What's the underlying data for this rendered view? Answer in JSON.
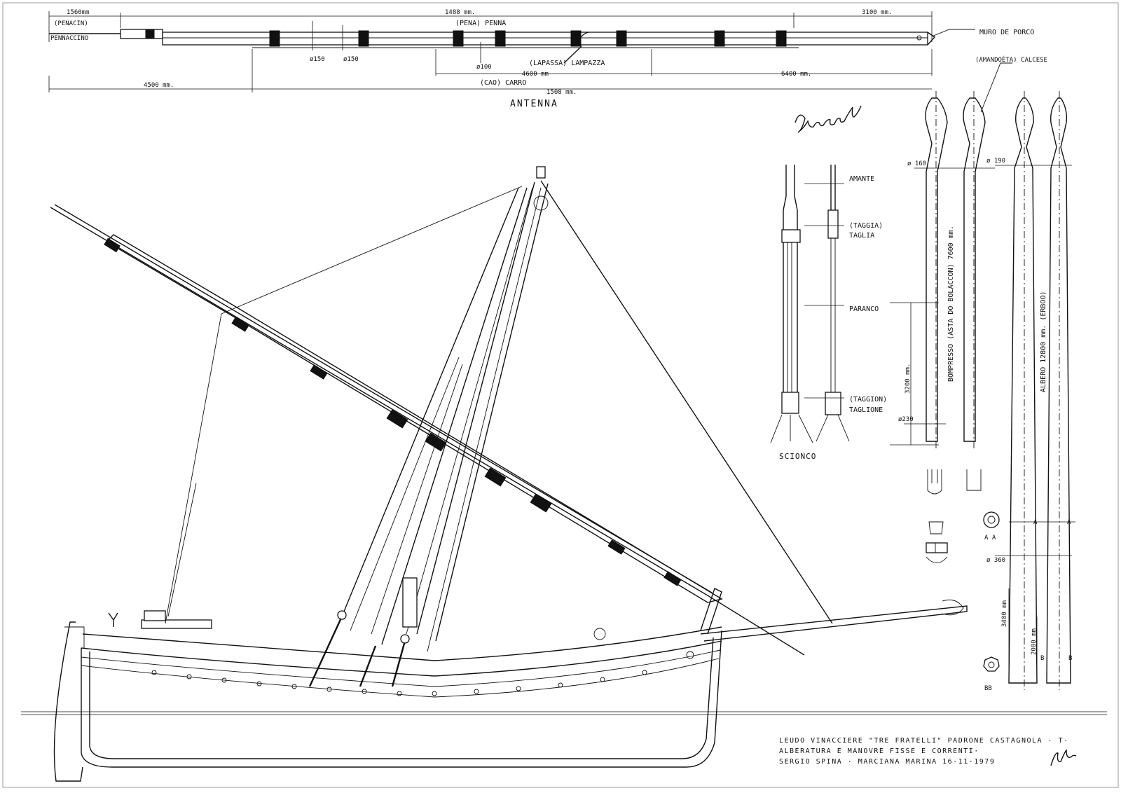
{
  "antenna": {
    "title": "ANTENNA",
    "dims": {
      "d1560": "1560mm",
      "d1488": "1488 mm.",
      "d3100": "3100 mm.",
      "d4500": "4500 mm.",
      "d4600": "4600 mm",
      "d6400": "6400 mm.",
      "d1508": "1508 mm.",
      "dia150a": "ø150",
      "dia150b": "ø150",
      "dia100": "ø100"
    },
    "labels": {
      "penacin": "(PENACIN)",
      "pennaccino": "PENNACCINO",
      "pena": "(PENA) PENNA",
      "muro": "MURO DE PORCO",
      "lampazza": "(LAPASSA) LAMPAZZA",
      "carro": "(CAO) CARRO"
    }
  },
  "sciono": {
    "title": "SCIONCO",
    "amante": "AMANTE",
    "taggia": "(TAGGIA)",
    "taglia": "TAGLIA",
    "paranco": "PARANCO",
    "taggion": "(TAGGION)",
    "taglione": "TAGLIONE",
    "dim3200": "3200 mm."
  },
  "bompresso": {
    "label": "BOMPRESSO (ASTA DO BOLACCON) 7600 mm.",
    "amandoeta": "(AMANDOÉTA) CALCESE",
    "dia160": "ø 160",
    "dia230": "ø230"
  },
  "albero": {
    "label": "ALBERO   12800 mm.  (ERBOO)",
    "dia190": "ø 190",
    "dia360": "ø 360",
    "dim3400": "3400 mm",
    "dim2000": "2000 mm",
    "secA": "A",
    "secAA": "A A",
    "secB": "B",
    "secBB": "BB"
  },
  "title_block": {
    "line1": "LEUDO VINACCIERE \"TRE FRATELLI\" PADRONE CASTAGNOLA · T·",
    "line2": "ALBERATURA E MANOVRE FISSE E CORRENTI·",
    "line3": "SERGIO SPINA · MARCIANA MARINA 16·11·1979"
  }
}
